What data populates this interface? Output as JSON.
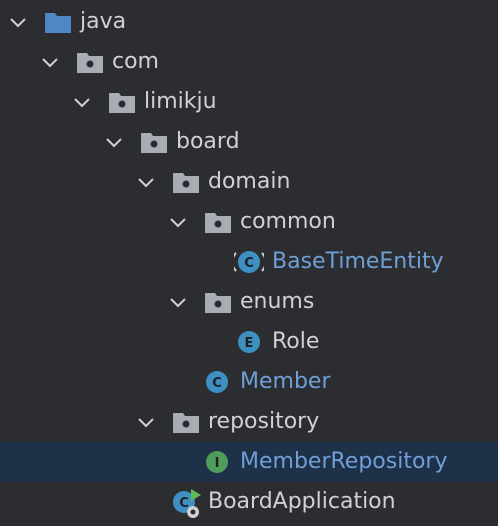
{
  "tree": {
    "java": "java",
    "com": "com",
    "limikju": "limikju",
    "board": "board",
    "domain": "domain",
    "common": "common",
    "base_time_entity": "BaseTimeEntity",
    "enums": "enums",
    "role": "Role",
    "member": "Member",
    "repository": "repository",
    "member_repository": "MemberRepository",
    "board_application": "BoardApplication"
  },
  "icon_letters": {
    "class": "C",
    "enum": "E",
    "interface": "I"
  },
  "colors": {
    "background": "#2b2d30",
    "selection": "#1f3049",
    "text": "#cfd1d4",
    "class_text": "#6f9fd6",
    "folder": "#a9adb3",
    "source_folder": "#4f86c6",
    "class_icon": "#3e8fc2",
    "enum_icon": "#3e8fc2",
    "interface_icon": "#4f9d5a",
    "run_marker": "#5fb85a"
  }
}
